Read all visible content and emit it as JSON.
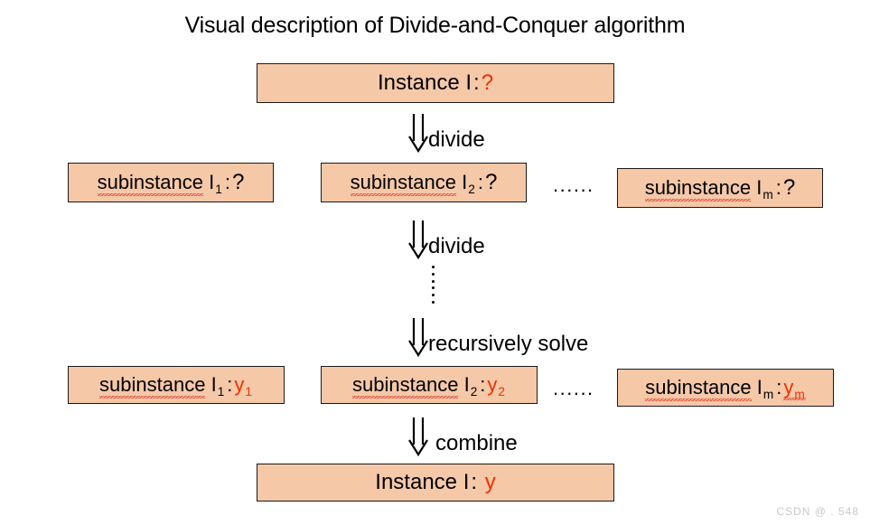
{
  "title": "Visual description of Divide-and-Conquer algorithm",
  "colors": {
    "box_fill": "#F5C8A8",
    "box_border": "#1a1a1a",
    "value_red": "#F03000",
    "spellcheck_underline": "#e03a2f",
    "text": "#000000",
    "watermark": "#c8c8c8",
    "background": "#ffffff"
  },
  "top_instance": {
    "label": "Instance",
    "symbol": "I",
    "colon": ":",
    "value": "?"
  },
  "arrows": [
    {
      "glyph": "double-down-arrow",
      "label": "divide"
    },
    {
      "glyph": "double-down-arrow",
      "label": "divide"
    },
    {
      "glyph": "double-down-arrow",
      "label": "recursively solve"
    },
    {
      "glyph": "double-down-arrow",
      "label": "combine"
    }
  ],
  "ellipsis_horizontal": "......",
  "subinstances_top": [
    {
      "label": "subinstance",
      "symbol": "I",
      "subscript": "1",
      "colon": ":",
      "value": "?"
    },
    {
      "label": "subinstance",
      "symbol": "I",
      "subscript": "2",
      "colon": ":",
      "value": "?"
    },
    {
      "label": "subinstance",
      "symbol": "I",
      "subscript": "m",
      "colon": ":",
      "value": "?"
    }
  ],
  "subinstances_bottom": [
    {
      "label": "subinstance",
      "symbol": "I",
      "subscript": "1",
      "colon": ":",
      "value": "y",
      "value_subscript": "1"
    },
    {
      "label": "subinstance",
      "symbol": "I",
      "subscript": "2",
      "colon": ":",
      "value": "y",
      "value_subscript": "2"
    },
    {
      "label": "subinstance",
      "symbol": "I",
      "subscript": "m",
      "colon": ":",
      "value": "y",
      "value_subscript": "m"
    }
  ],
  "bottom_instance": {
    "label": "Instance",
    "symbol": "I",
    "colon": ":",
    "value": "y"
  },
  "watermark": "CSDN @ . 548"
}
